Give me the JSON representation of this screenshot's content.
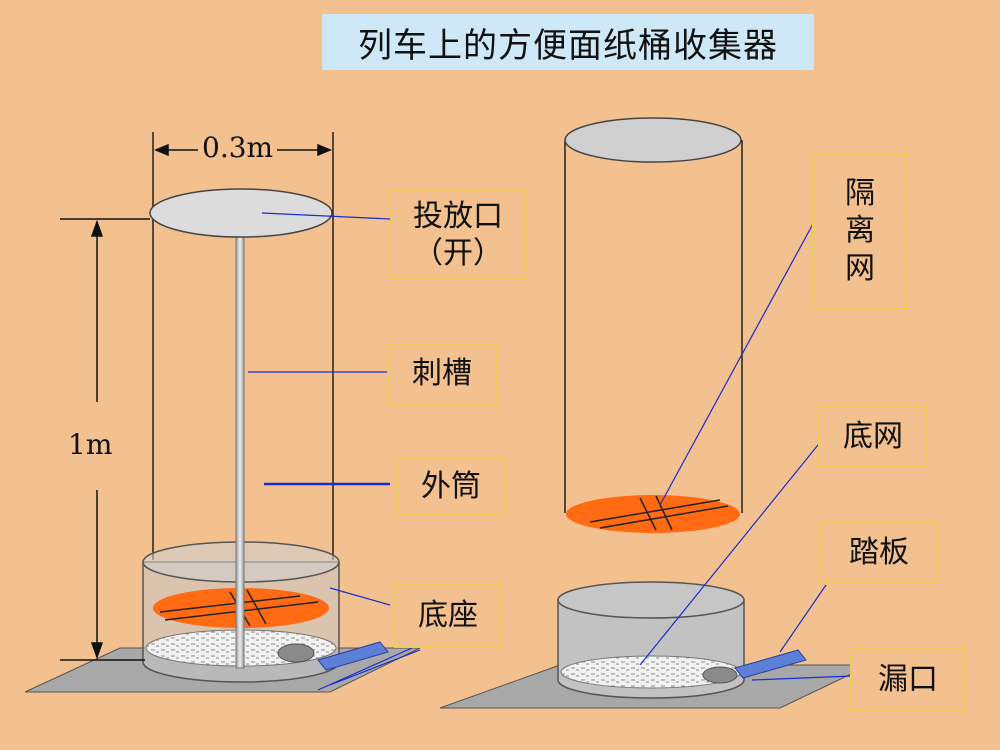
{
  "title": "列车上的方便面纸桶收集器",
  "dimensions": {
    "width": "0.3m",
    "height": "1m"
  },
  "labels": {
    "inlet_line1": "投放口",
    "inlet_line2": "（开）",
    "spike_slot": "刺槽",
    "outer_tube": "外筒",
    "base": "底座",
    "divider_mesh": [
      "隔",
      "离",
      "网"
    ],
    "bottom_mesh": "底网",
    "pedal": "踏板",
    "drain": "漏口"
  },
  "colors": {
    "background": "#f3c18f",
    "title_bg": "#cfe8f7",
    "mesh": "#ff6a13",
    "label_border": "#e8d82a",
    "leader": "#1a2ccf"
  }
}
